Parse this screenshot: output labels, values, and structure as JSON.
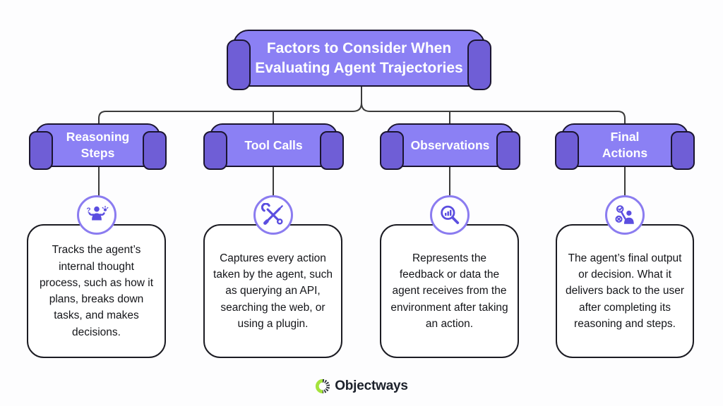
{
  "title": "Factors to Consider When\nEvaluating Agent Trajectories",
  "branches": [
    {
      "label": "Reasoning\nSteps",
      "icon": "question-lightbulb-person-icon",
      "description": "Tracks the agent’s internal thought process, such as how it plans, breaks down tasks, and makes decisions."
    },
    {
      "label": "Tool Calls",
      "icon": "wrench-screwdriver-icon",
      "description": "Captures every action taken by the agent, such as querying an API, searching the web, or using a plugin."
    },
    {
      "label": "Observations",
      "icon": "magnifier-bar-chart-icon",
      "description": "Represents the feedback or data the agent receives from the environment after taking an action."
    },
    {
      "label": "Final\nActions",
      "icon": "person-check-cross-icon",
      "description": "The agent’s final output or decision. What it delivers back to the user after completing its reasoning and steps."
    }
  ],
  "footer": {
    "brand": "Objectways"
  },
  "colors": {
    "pill_fill": "#8b80f4",
    "pill_tab": "#6f5ed6",
    "outline": "#1b1530",
    "icon_purple": "#5b4ee0",
    "icon_ring": "#8b7cf0",
    "connector": "#3b3b3b",
    "logo_green": "#a4e33c",
    "logo_dark": "#262b35"
  }
}
